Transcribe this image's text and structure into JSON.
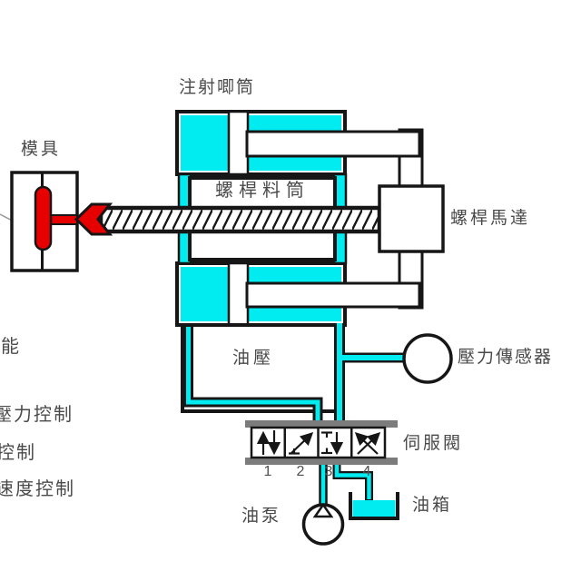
{
  "title": "注射唧筒",
  "labels": {
    "mold": "模具",
    "screw_barrel": "螺桿料筒",
    "screw_motor": "螺桿馬達",
    "oil_pressure": "油壓",
    "pressure_sensor": "壓力傳感器",
    "servo_valve": "伺服閥",
    "oil_tank": "油箱",
    "oil_pump": "油泵"
  },
  "function_list": [
    "能",
    "壓力控制",
    "控制",
    "速度控制"
  ],
  "valve": {
    "ports": [
      "1",
      "2",
      "3",
      "4"
    ]
  },
  "colors": {
    "fluid": "#00ecf0",
    "molded_part": "#e60000",
    "valve_bar": "#7c7c7c",
    "outline": "#161616"
  }
}
